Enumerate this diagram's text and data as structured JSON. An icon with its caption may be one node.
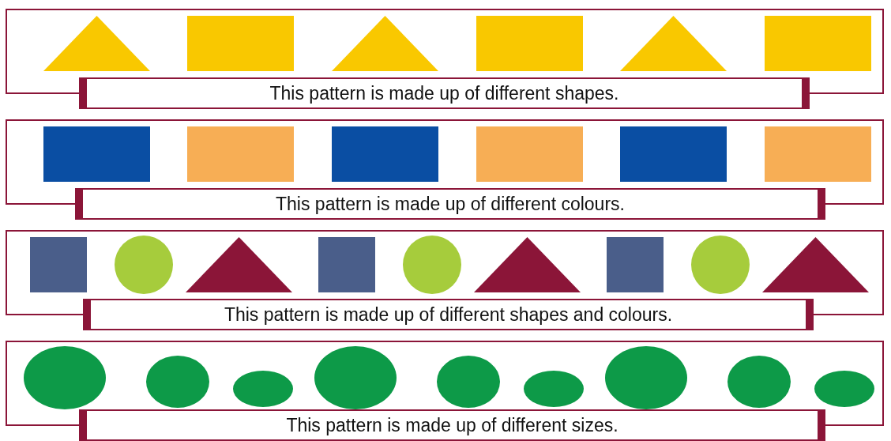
{
  "diagram": {
    "nodes": [
      {
        "text": [
          "This pattern is made up of different shapes."
        ]
      },
      {
        "text": [
          "This pattern is made up of different colours."
        ]
      },
      {
        "text": [
          "This pattern is made up of different shapes and colours."
        ]
      },
      {
        "text": [
          "This pattern is made up of different sizes."
        ]
      }
    ]
  }
}
